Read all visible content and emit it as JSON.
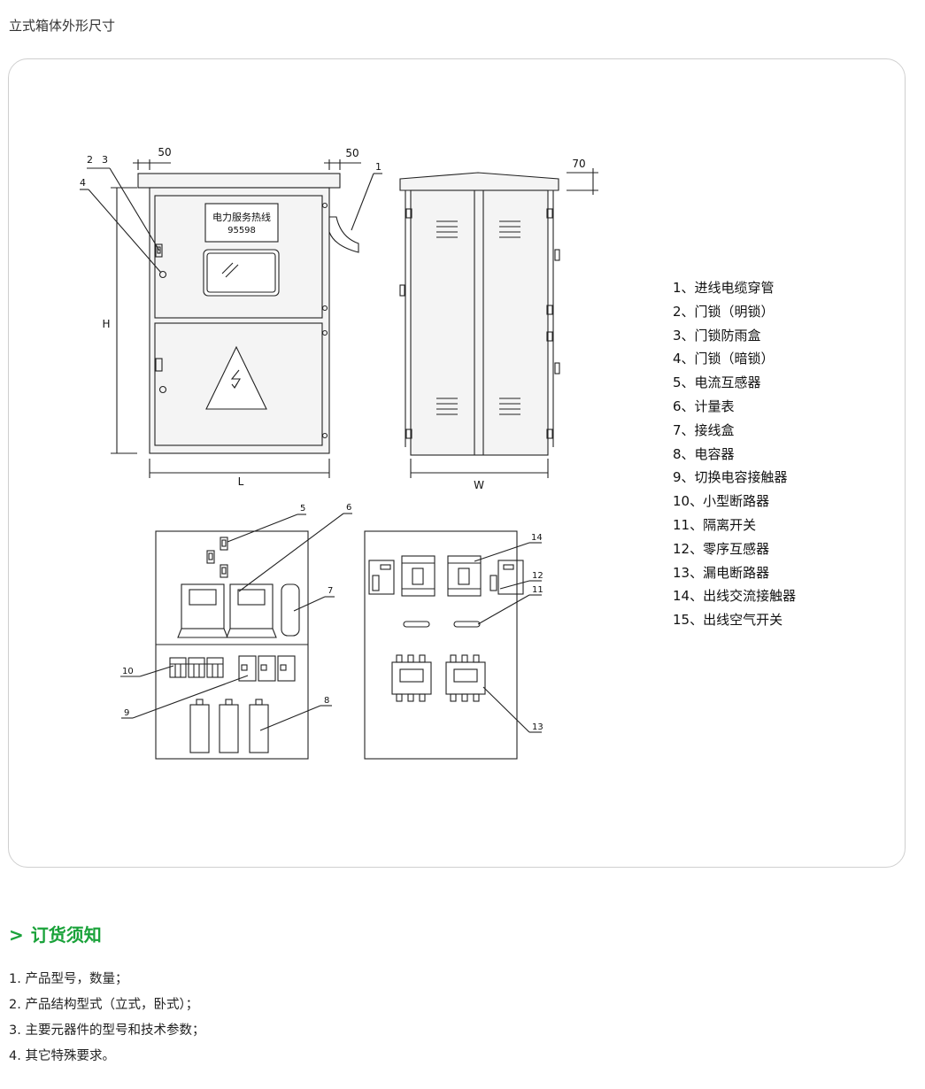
{
  "section_title": "立式箱体外形尺寸",
  "drawing": {
    "dimensions": {
      "top_left": "50",
      "top_right": "50",
      "roof_depth": "70",
      "height": "H",
      "length": "L",
      "width": "W"
    },
    "callouts": [
      "1",
      "2",
      "3",
      "4",
      "5",
      "6",
      "7",
      "8",
      "9",
      "10",
      "11",
      "12",
      "13",
      "14"
    ],
    "sign_line1": "电力服务热线",
    "sign_line2": "95598",
    "warning_symbol": "high-voltage-warning-icon"
  },
  "legend": [
    "1、进线电缆穿管",
    "2、门锁（明锁）",
    "3、门锁防雨盒",
    "4、门锁（暗锁）",
    "5、电流互感器",
    "6、计量表",
    "7、接线盒",
    "8、电容器",
    "9、切换电容接触器",
    "10、小型断路器",
    "11、隔离开关",
    "12、零序互感器",
    "13、漏电断路器",
    "14、出线交流接触器",
    "15、出线空气开关"
  ],
  "order": {
    "arrow": ">",
    "title": "订货须知",
    "items": [
      "1. 产品型号，数量；",
      "2. 产品结构型式（立式，卧式）；",
      "3. 主要元器件的型号和技术参数；",
      "4. 其它特殊要求。"
    ]
  },
  "colors": {
    "accent": "#1aa23a",
    "frame_border": "#cfcfcf",
    "line": "#222222",
    "panel_fill": "#f4f4f4"
  }
}
